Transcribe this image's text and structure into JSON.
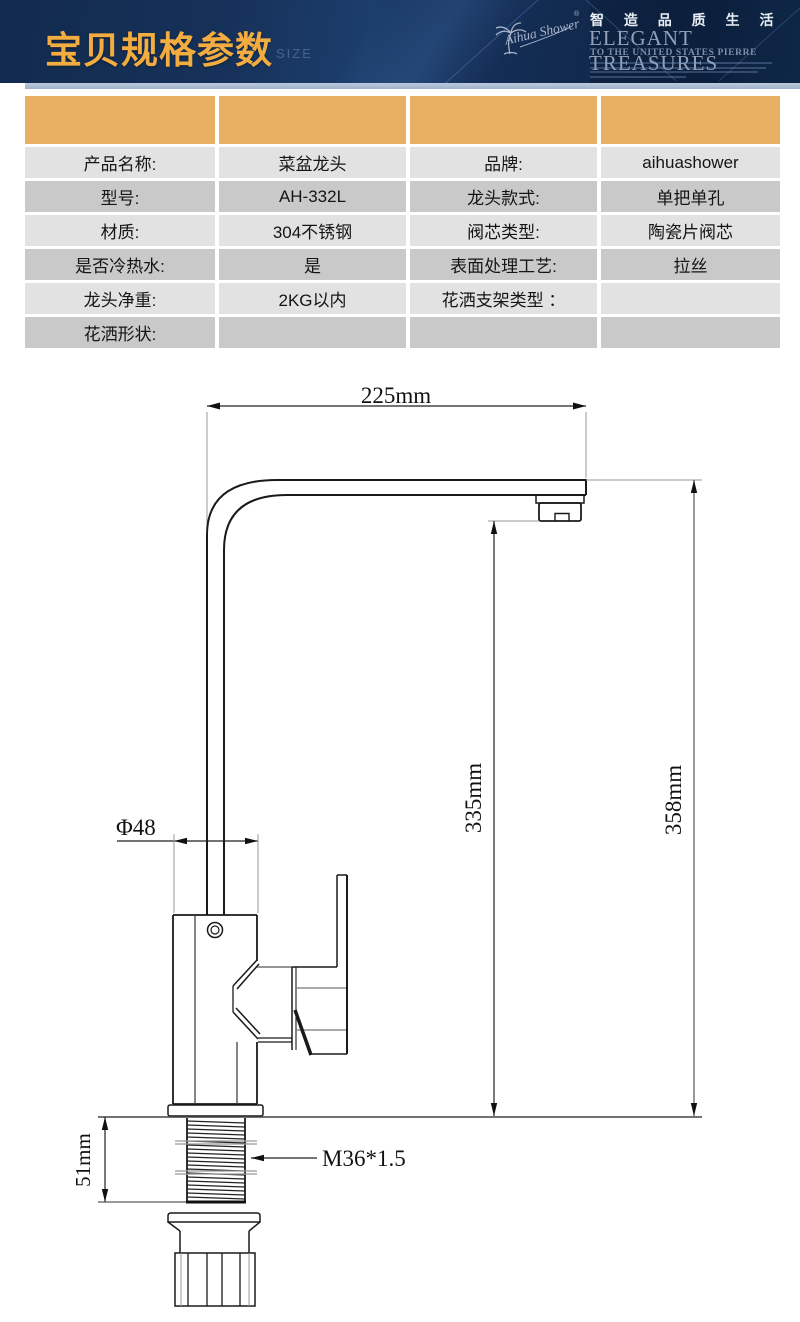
{
  "header": {
    "title": "宝贝规格参数",
    "size_label": "SIZE",
    "brand_script": "Aihua Shower",
    "brand_reg": "®",
    "slogan_cn": "智 造 品 质 生 活",
    "slogan_en": "ELEGANT TREASURES",
    "slogan_en_sub": "TO THE UNITED STATES PIERRE",
    "colors": {
      "navy": "#16325c",
      "navy_dark": "#0e2444",
      "gold": "#f2ac3f",
      "strip": "#aebfd2"
    }
  },
  "spec_table": {
    "colors": {
      "header": "#e7b063",
      "row_light": "#e2e2e2",
      "row_dark": "#c9c9c9"
    },
    "rows": [
      {
        "label1": "产品名称:",
        "value1": "菜盆龙头",
        "label2": "品牌:",
        "value2": "aihuashower"
      },
      {
        "label1": "型号:",
        "value1": "AH-332L",
        "label2": "龙头款式:",
        "value2": "单把单孔"
      },
      {
        "label1": "材质:",
        "value1": "304不锈钢",
        "label2": "阀芯类型:",
        "value2": "陶瓷片阀芯"
      },
      {
        "label1": "是否冷热水:",
        "value1": "是",
        "label2": "表面处理工艺:",
        "value2": "拉丝"
      },
      {
        "label1": "龙头净重:",
        "value1": "2KG以内",
        "label2": "花洒支架类型 ：",
        "value2": ""
      },
      {
        "label1": "花洒形状:",
        "value1": "",
        "label2": "",
        "value2": ""
      }
    ]
  },
  "diagram": {
    "dim_top_width": "225mm",
    "dim_spout_height": "335mm",
    "dim_total_height": "358mm",
    "dim_body_diameter": "Φ48",
    "dim_thread_length": "51mm",
    "thread_spec": "M36*1.5"
  }
}
